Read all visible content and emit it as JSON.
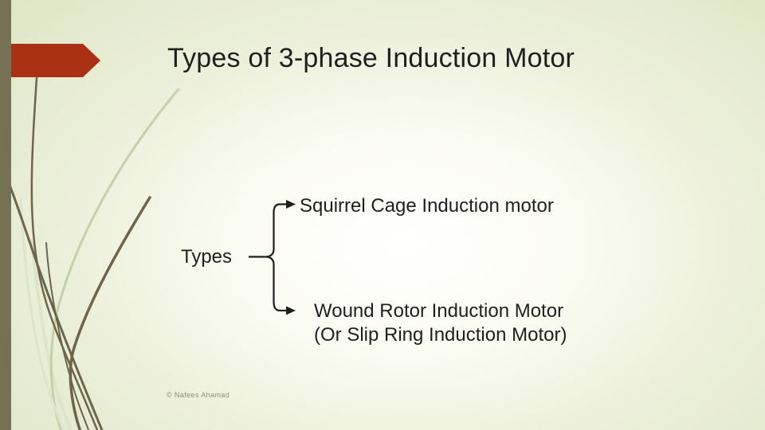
{
  "slide": {
    "title": "Types of 3-phase Induction Motor",
    "footer": "© Nafees Ahamad"
  },
  "diagram": {
    "root_label": "Types",
    "branches": [
      {
        "lines": [
          "Squirrel Cage Induction motor"
        ]
      },
      {
        "lines": [
          "Wound Rotor Induction Motor",
          "(Or Slip Ring Induction Motor)"
        ]
      }
    ]
  },
  "icons": {
    "branch_arrows": "right-arrowhead",
    "connector": "curly-brace"
  },
  "colors": {
    "accent-red": "#a93012",
    "bar-olive": "#767054",
    "grass-dark": "#6d654a",
    "grass-light": "#c6d0a8",
    "grass-pale": "#dde4c8",
    "text-dark": "#1f1f1f",
    "footer-gray": "#8b8e7c"
  }
}
